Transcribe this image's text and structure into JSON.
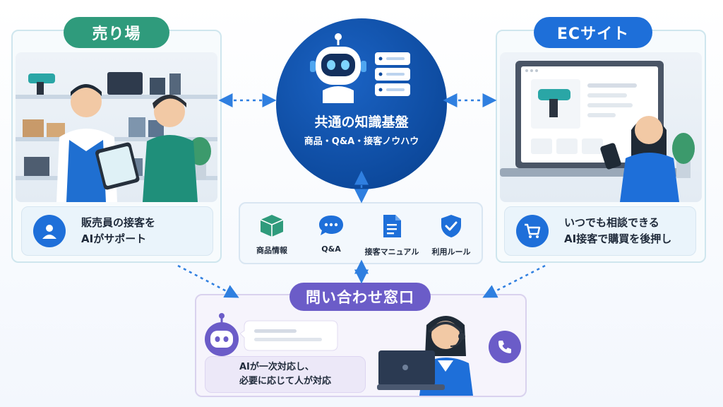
{
  "store": {
    "title": "売り場",
    "caption_line1": "販売員の接客を",
    "caption_line2": "AIがサポート"
  },
  "ec": {
    "title": "ECサイト",
    "caption_line1": "いつでも相談できる",
    "caption_line2": "AI接客で購買を後押し"
  },
  "hub": {
    "title": "共通の知識基盤",
    "subtitle": "商品・Q&A・接客ノウハウ"
  },
  "tools": [
    {
      "label": "商品情報",
      "icon": "box-icon"
    },
    {
      "label": "Q&A",
      "icon": "chat-bubble-icon"
    },
    {
      "label": "接客マニュアル",
      "icon": "document-icon"
    },
    {
      "label": "利用ルール",
      "icon": "shield-check-icon"
    }
  ],
  "contact": {
    "title": "問い合わせ窓口",
    "caption_line1": "AIが一次対応し、",
    "caption_line2": "必要に応じて人が対応"
  },
  "colors": {
    "store_accent": "#2f9b7c",
    "ec_accent": "#1e6fd9",
    "hub": "#0d4a9e",
    "contact_accent": "#6b5cc8",
    "arrow": "#2f7fe0"
  }
}
